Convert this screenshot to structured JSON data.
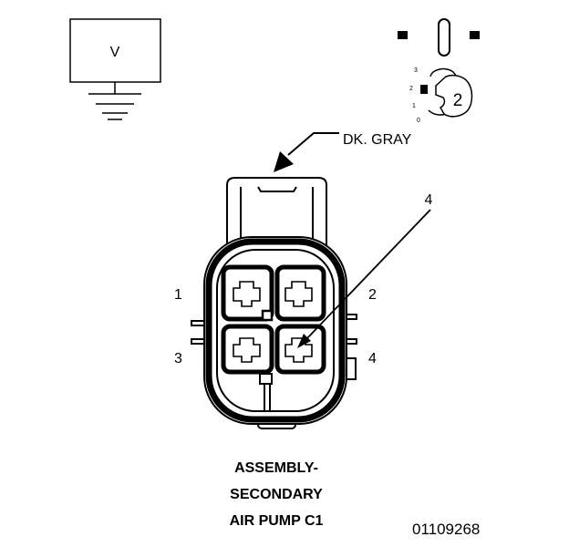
{
  "meter": {
    "label": "V"
  },
  "selector": {
    "scale": [
      "3",
      "2",
      "1",
      "0"
    ],
    "position": "2"
  },
  "wire_color": "DK. GRAY",
  "callout": "4",
  "pins": [
    "1",
    "2",
    "3",
    "4"
  ],
  "title": [
    "ASSEMBLY-",
    "SECONDARY",
    "AIR PUMP C1"
  ],
  "figure_id": "01109268"
}
